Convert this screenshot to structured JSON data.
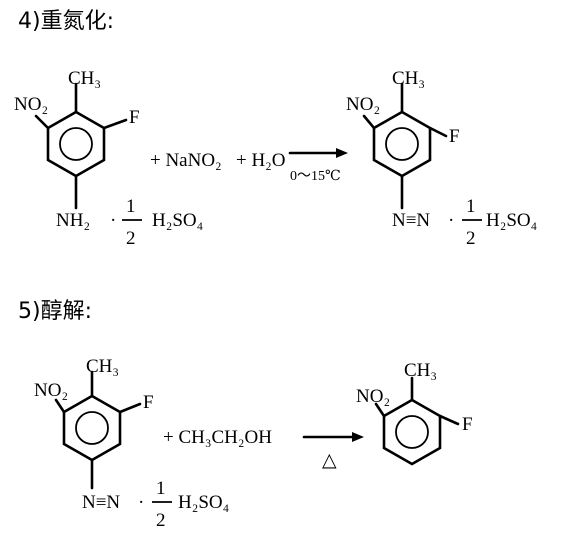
{
  "sections": [
    {
      "heading": "4)重氮化:"
    },
    {
      "heading": "5)醇解:"
    }
  ],
  "labels": {
    "ch3": "CH₃",
    "no2": "NO₂",
    "f": "F",
    "nh2": "NH₂",
    "dot": "·",
    "h2so4": "H₂SO₄",
    "frac_num": "1",
    "frac_den": "2",
    "diazo": "N≡N",
    "plus_nano2": "+ NaNO₂",
    "plus_h2o": "+ H₂O",
    "temp_condition": "0～15℃",
    "plus_ethanol": "+ CH₃CH₂OH",
    "heat_symbol": "△"
  }
}
